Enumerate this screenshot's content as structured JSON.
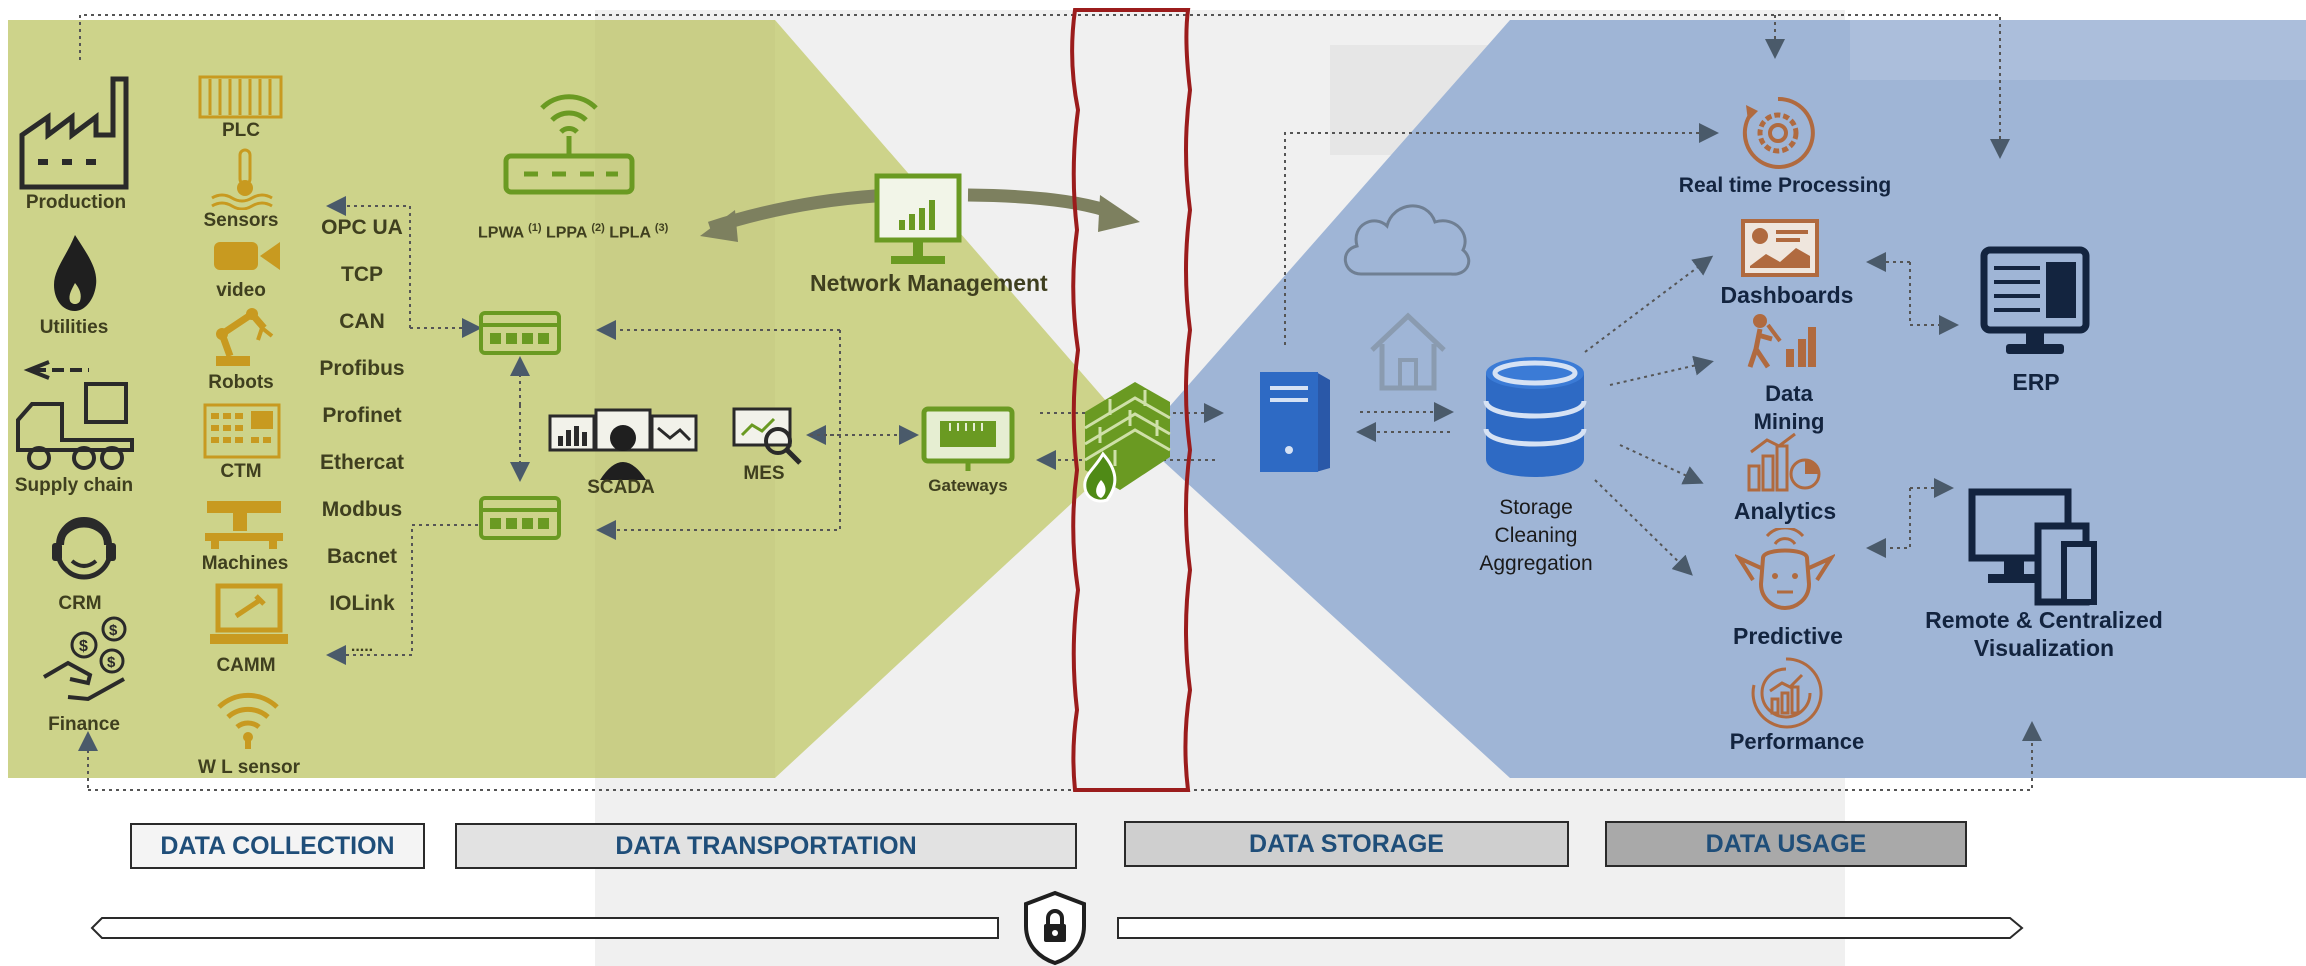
{
  "colors": {
    "collection_bg": "#cdd38a",
    "usage_bg": "#9fb5d6",
    "green_icon": "#6a9a22",
    "dark_icon": "#2a2a2a",
    "navy_icon": "#13243f",
    "rust_icon": "#b06a3f",
    "firewall_red": "#9b1c1c",
    "phase_text": "#1f4e79"
  },
  "sources": [
    {
      "label": "Production",
      "icon": "factory-icon"
    },
    {
      "label": "Utilities",
      "icon": "flame-icon"
    },
    {
      "label": "Supply chain",
      "icon": "truck-icon"
    },
    {
      "label": "CRM",
      "icon": "headset-person-icon"
    },
    {
      "label": "Finance",
      "icon": "coins-hand-icon"
    }
  ],
  "devices": [
    {
      "label": "PLC",
      "icon": "plc-icon"
    },
    {
      "label": "Sensors",
      "icon": "thermometer-icon"
    },
    {
      "label": "video",
      "icon": "camera-icon"
    },
    {
      "label": "Robots",
      "icon": "robot-arm-icon"
    },
    {
      "label": "CTM",
      "icon": "ctm-panel-icon"
    },
    {
      "label": "Machines",
      "icon": "machine-icon"
    },
    {
      "label": "CAMM",
      "icon": "laptop-wrench-icon"
    },
    {
      "label": "W L sensor",
      "icon": "wifi-icon"
    }
  ],
  "protocols": [
    "OPC UA",
    "TCP",
    "CAN",
    "Profibus",
    "Profinet",
    "Ethercat",
    "Modbus",
    "Bacnet",
    "IOLink",
    "....."
  ],
  "transport": {
    "lpwa_text": "LPWA",
    "lpwa_sup": "(1)",
    "lppa_text": "LPPA",
    "lppa_sup": "(2)",
    "lpla_text": "LPLA",
    "lpla_sup": "(3)",
    "network_management": "Network Management",
    "scada": "SCADA",
    "mes": "MES",
    "gateways": "Gateways"
  },
  "storage": {
    "label_line1": "Storage",
    "label_line2": "Cleaning",
    "label_line3": "Aggregation"
  },
  "usage": {
    "realtime": "Real time  Processing",
    "dashboards": "Dashboards",
    "data_mining_line1": "Data",
    "data_mining_line2": "Mining",
    "analytics": "Analytics",
    "predictive": "Predictive",
    "performance": "Performance",
    "erp": "ERP",
    "remote_line1": "Remote & Centralized",
    "remote_line2": "Visualization"
  },
  "phases": [
    "DATA COLLECTION",
    "DATA TRANSPORTATION",
    "DATA STORAGE",
    "DATA USAGE"
  ]
}
